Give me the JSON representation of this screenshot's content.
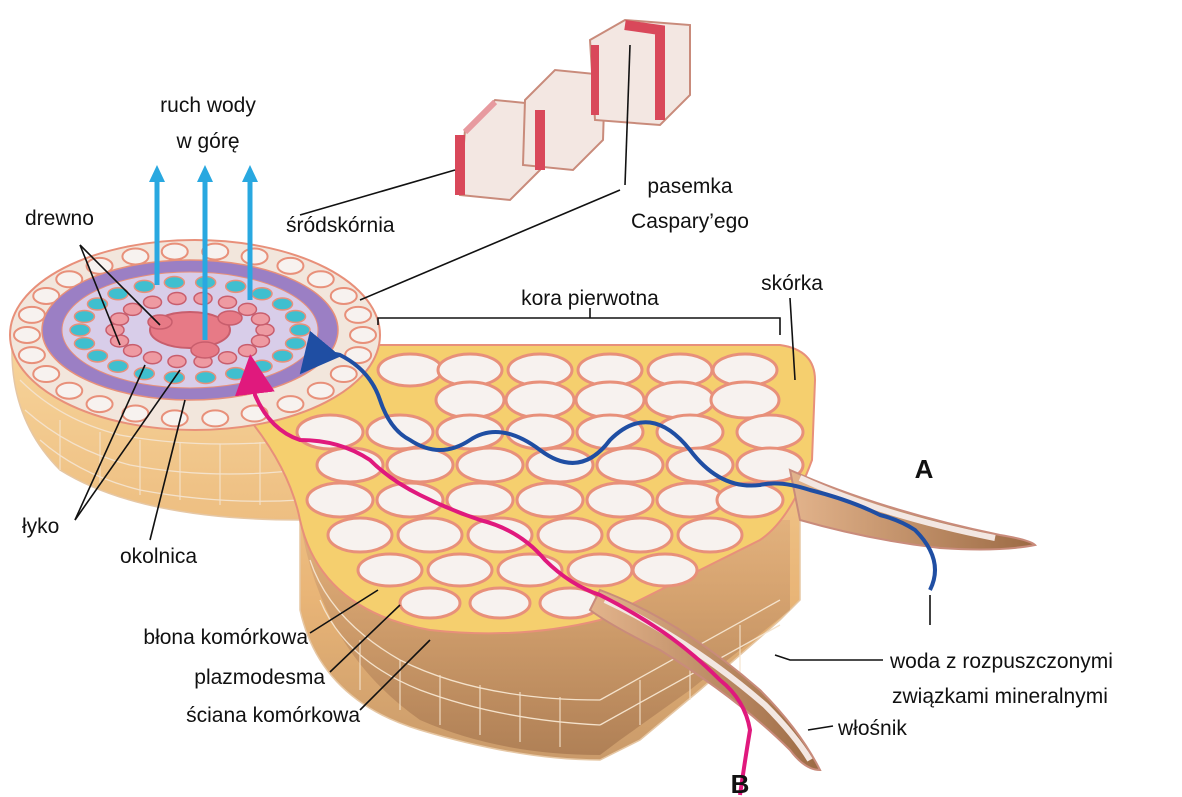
{
  "labels": {
    "water_up_line1": "ruch wody",
    "water_up_line2": "w górę",
    "xylem": "drewno",
    "endodermis": "śródskórnia",
    "casparian_line1": "pasemka",
    "casparian_line2": "Caspary’ego",
    "cortex": "kora pierwotna",
    "epidermis": "skórka",
    "phloem": "łyko",
    "pericycle": "okolnica",
    "cell_membrane": "błona komórkowa",
    "plasmodesma": "plazmodesma",
    "cell_wall": "ściana komórkowa",
    "water_line1": "woda z rozpuszczonymi",
    "water_line2": "związkami mineralnymi",
    "root_hair": "włośnik",
    "path_a": "A",
    "path_b": "B"
  },
  "colors": {
    "path_a": "#1f4ea3",
    "path_b": "#e0197d",
    "water_arrows": "#29a8e0",
    "cell_outline": "#e8907a",
    "cell_fill": "#f7f2ef",
    "intercellular": "#f5cf6e",
    "xylem": "#e77a86",
    "phloem_teal": "#3fbfcf",
    "pericycle_purple": "#9b7fc4"
  }
}
